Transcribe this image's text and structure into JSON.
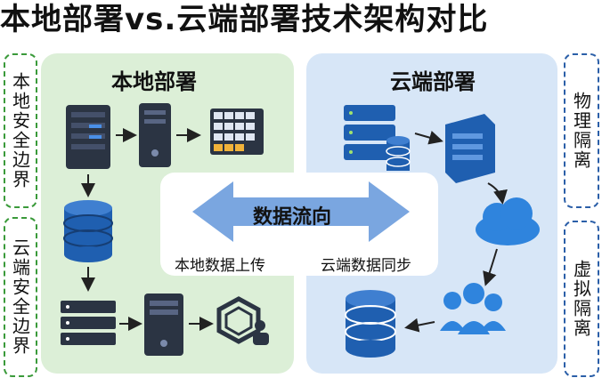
{
  "title": "本地部署vs.云端部署技术架构对比",
  "left_boundaries": {
    "local_security": "本地安全边界",
    "cloud_security": "云端安全边界"
  },
  "right_boundaries": {
    "physical_isolation": "物理隔离",
    "virtual_isolation": "虚拟隔离"
  },
  "local_panel": {
    "title": "本地部署"
  },
  "cloud_panel": {
    "title": "云端部署"
  },
  "data_flow": {
    "label": "数据流向",
    "local_upload": "本地数据上传",
    "cloud_sync": "云端数据同步"
  },
  "colors": {
    "local_bg": "#dcefd7",
    "cloud_bg": "#d7e6f7",
    "server_dark": "#2b3443",
    "server_blue": "#1f5fb0",
    "arrow_blue": "#7aa6e0"
  },
  "icons": [
    "server-rack-icon",
    "desktop-server-icon",
    "keypad-panel-icon",
    "database-icon",
    "storage-array-icon",
    "ai-chip-user-icon",
    "cloud-server-icon",
    "cloud-icon",
    "users-group-icon",
    "cloud-database-icon"
  ]
}
